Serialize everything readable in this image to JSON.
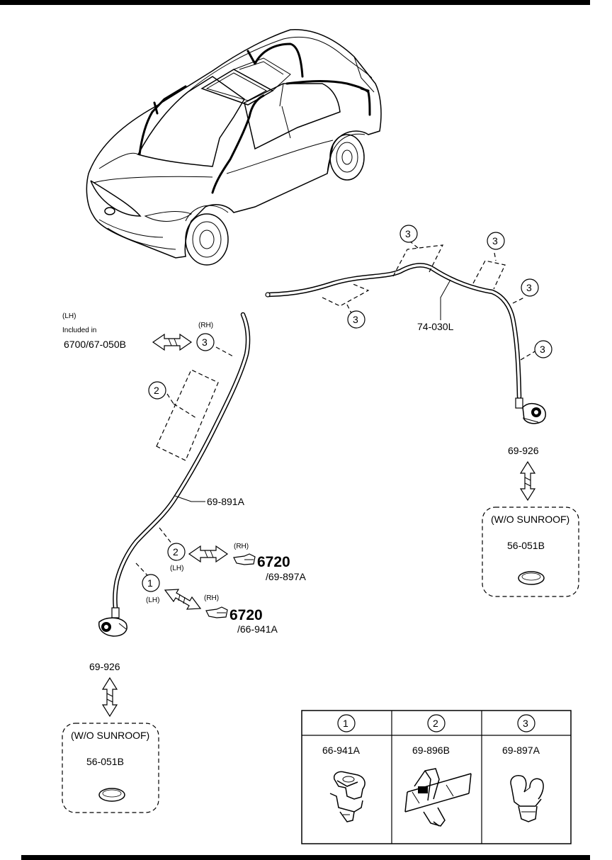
{
  "callouts": {
    "part_hose_rh": "74-030L",
    "part_hose_lh": "69-891A",
    "part_drain_valve_rh": "69-926",
    "part_drain_valve_lh": "69-926",
    "part_cap_rh": "56-051B",
    "part_cap_lh": "56-051B",
    "wo_sunroof_rh": "(W/O SUNROOF)",
    "wo_sunroof_lh": "(W/O SUNROOF)",
    "lh_note_line1": "(LH)",
    "lh_note_line2": "Included in",
    "lh_note_line3": "6700/67-050B",
    "rh_small": "(RH)",
    "lh_small": "(LH)",
    "ref_group_1": "6720",
    "ref_part_1": "/69-897A",
    "ref_group_2": "6720",
    "ref_part_2": "/66-941A",
    "clip_1": "1",
    "clip_2": "2",
    "clip_3": "3"
  },
  "legend_table": {
    "headers": [
      "1",
      "2",
      "3"
    ],
    "parts": [
      "66-941A",
      "69-896B",
      "69-897A"
    ]
  }
}
